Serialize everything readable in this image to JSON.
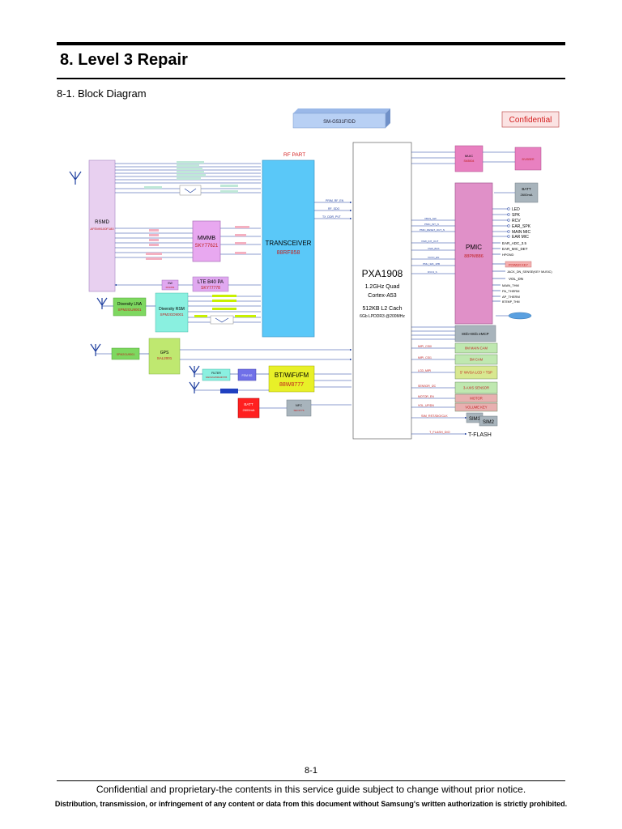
{
  "header": {
    "chapter_title": "8. Level 3 Repair",
    "section_title": "8-1. Block Diagram"
  },
  "diagram": {
    "model": "SM-G531F/DD",
    "confidential": "Confidential",
    "rf_part": "RF PART",
    "rsmd": {
      "name": "RSMD",
      "part": "AFEM9100F180"
    },
    "mmmb": {
      "name": "MMMB",
      "part": "SKY77621"
    },
    "transceiver": {
      "name": "TRANSCEIVER",
      "part": "88RF858"
    },
    "lte_pa": {
      "name": "LTE B40 PA",
      "part": "SKY77778"
    },
    "sw": {
      "name": "SW",
      "part": "RF1654"
    },
    "div_lna": {
      "name": "Diversity LNA",
      "part": "SPM2GU9001"
    },
    "div_rsm": {
      "name": "Diversity RSM",
      "part": "SPM2GD9001"
    },
    "gps": {
      "name": "GPS",
      "part": "SAL2001"
    },
    "gps_lna": "SPM2GU9001",
    "filter": {
      "name": "FILTER",
      "part": "SAFF2G45MA0F57B"
    },
    "bt": {
      "name": "BT/WiFi/FM",
      "part": "88W8777"
    },
    "batt_left": {
      "name": "BATT",
      "spec": "2600mA"
    },
    "nfc": {
      "name": "NFC",
      "part": "SEC3T76"
    },
    "fm_pa": "FEM 5G",
    "ap": {
      "name": "PXA1908",
      "line1": "1.2GHz Quad",
      "line2": "Cortex-A53",
      "line3": "512KB L2 Cach",
      "line4": "6Gb LPDDR3 @200MHz"
    },
    "muic": {
      "name": "MUIC",
      "part": "SM5504"
    },
    "usb": "B'USBER",
    "batt": {
      "name": "BATT",
      "spec": "2600mA"
    },
    "pmic": {
      "name": "PMIC",
      "part": "88PM886"
    },
    "pmic_outputs": [
      "LED",
      "SPK",
      "RCV",
      "EAR_SPK",
      "MAIN MIC",
      "EAR MIC"
    ],
    "pmic_outputs2": [
      "EAR_ADC_3.5",
      "EAR_MIC_DET",
      "HPGND"
    ],
    "pmic_inputs": [
      "VBUS_SW",
      "PMIC_INT_N",
      "PMIC_RESET_OUT_N",
      "VSW_INT_OUT",
      "VSW_BCK",
      "VCXO_EN",
      "PMU_32K_1PB",
      "DVC3_S"
    ],
    "power_key": "POWER KEY",
    "jack_label": "JACK_DN_SENSE(KEY MUSIC)",
    "vol_dn": "VOL_DN",
    "therms": [
      "MAIN_THM",
      "PA_THERM",
      "AP_THERM"
    ],
    "batt_therm": "BTEMP_THM",
    "ap_left": [
      "PRIM_RF_EN",
      "RF_SDO",
      "TX_DDR_PVT"
    ],
    "emcp": "8Gb+8Gb eMCP",
    "sensors": [
      {
        "name": "8M MAIN CAM",
        "color": "#bfe8b0"
      },
      {
        "name": "5M CAM",
        "color": "#bfe8b0"
      },
      {
        "name": "5\" WVGA LCD + TSP",
        "color": "#d8e890"
      },
      {
        "name": "3-AXIS SENSOR",
        "color": "#bfe8b0"
      },
      {
        "name": "MOTOR",
        "color": "#e8b0b0"
      },
      {
        "name": "VOLUME KEY",
        "color": "#e8b0b0"
      }
    ],
    "sensor_labels": [
      "MIPI_CSI0",
      "MIPI_CSI1",
      "LCD_MIPI",
      "SENSOR_I2C",
      "MOTOR_EN",
      "VOL_UP/DN"
    ],
    "sim1": "SIM1",
    "sim2": "SIM2",
    "sim_label": "SIM_RST/DIO/CLK",
    "tflash": "T-FLASH",
    "tflash_label": "T_FLASH_DIO"
  },
  "footer": {
    "page_number": "8-1",
    "notice": "Confidential and proprietary-the contents in this service guide subject to change without prior notice.",
    "notice2": "Distribution, transmission, or infringement of any content or data from this document without Samsung's written authorization is strictly prohibited."
  }
}
